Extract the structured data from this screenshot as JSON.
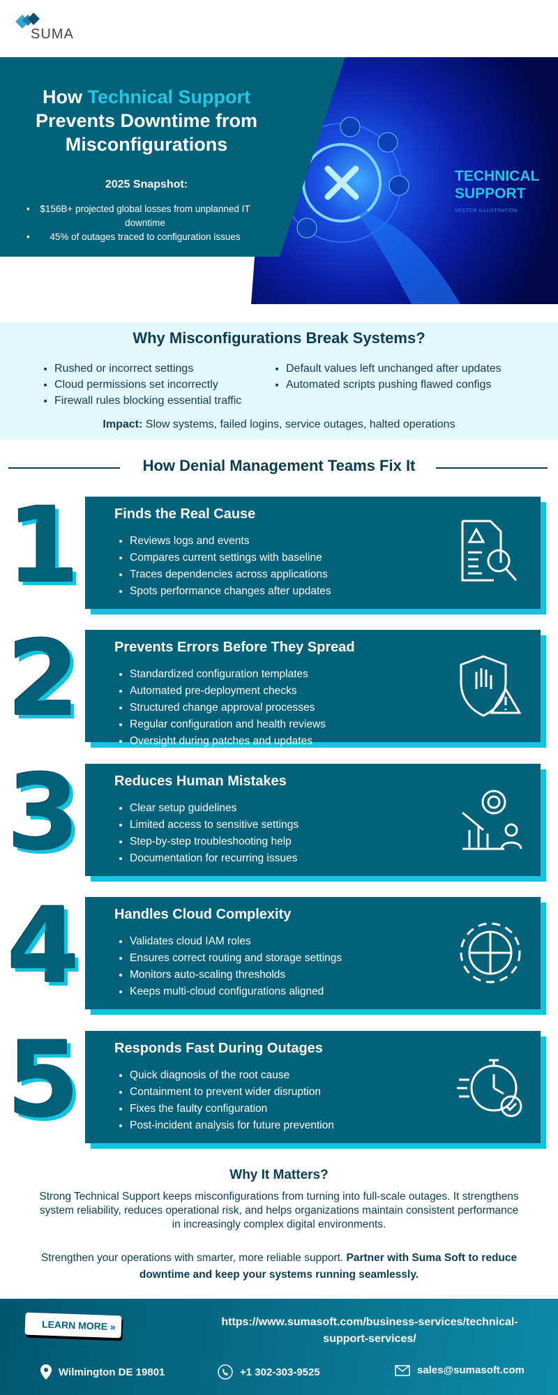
{
  "brand": {
    "name": "SUMA"
  },
  "hero": {
    "title_pre": "How ",
    "title_highlight": "Technical Support",
    "title_post": "Prevents Downtime from Misconfigurations",
    "snapshot_title": "2025 Snapshot:",
    "snapshot": [
      "$156B+ projected global losses from unplanned IT downtime",
      "45% of outages traced to configuration issues"
    ],
    "image_title_1": "TECHNICAL",
    "image_title_2": "SUPPORT",
    "image_sub": "VECTOR ILLUSTRATION"
  },
  "why": {
    "title": "Why Misconfigurations Break Systems?",
    "left": [
      "Rushed or incorrect settings",
      "Cloud permissions set incorrectly",
      "Firewall rules blocking essential traffic"
    ],
    "right": [
      "Default values left unchanged after updates",
      "Automated scripts pushing flawed configs"
    ],
    "impact_label": "Impact:",
    "impact": " Slow systems, failed logins, service outages, halted operations"
  },
  "fix": {
    "title": "How Denial Management Teams Fix It",
    "steps": [
      {
        "num": "1",
        "title": "Finds the Real Cause",
        "items": [
          "Reviews logs and events",
          "Compares current settings with baseline",
          "Traces dependencies across applications",
          "Spots performance changes after updates"
        ]
      },
      {
        "num": "2",
        "title": "Prevents Errors Before They Spread",
        "items": [
          "Standardized configuration templates",
          "Automated pre-deployment checks",
          "Structured change approval processes",
          "Regular configuration and health reviews",
          "Oversight during patches and updates"
        ]
      },
      {
        "num": "3",
        "title": "Reduces Human Mistakes",
        "items": [
          "Clear setup guidelines",
          "Limited access to sensitive settings",
          "Step-by-step troubleshooting help",
          "Documentation for recurring issues"
        ]
      },
      {
        "num": "4",
        "title": "Handles Cloud Complexity",
        "items": [
          "Validates cloud IAM roles",
          "Ensures correct routing and storage settings",
          "Monitors auto-scaling thresholds",
          "Keeps multi-cloud configurations aligned"
        ]
      },
      {
        "num": "5",
        "title": "Responds Fast During Outages",
        "items": [
          "Quick diagnosis of the root cause",
          "Containment to prevent wider disruption",
          "Fixes the faulty configuration",
          "Post-incident analysis for future prevention"
        ]
      }
    ]
  },
  "matters": {
    "title": "Why It Matters?",
    "body": "Strong Technical Support keeps misconfigurations from turning into full-scale outages. It strengthens system reliability, reduces operational risk, and helps organizations maintain consistent performance in increasingly complex digital environments.",
    "cta_plain": "Strengthen your operations with smarter, more reliable support. ",
    "cta_bold": "Partner with Suma Soft to reduce downtime and keep your systems running seamlessly."
  },
  "footer": {
    "learn_more": "LEARN MORE",
    "url": "https://www.sumasoft.com/business-services/technical-support-services/",
    "location": "Wilmington DE 19801",
    "phone": "+1 302-303-9525",
    "email": "sales@sumasoft.com"
  }
}
